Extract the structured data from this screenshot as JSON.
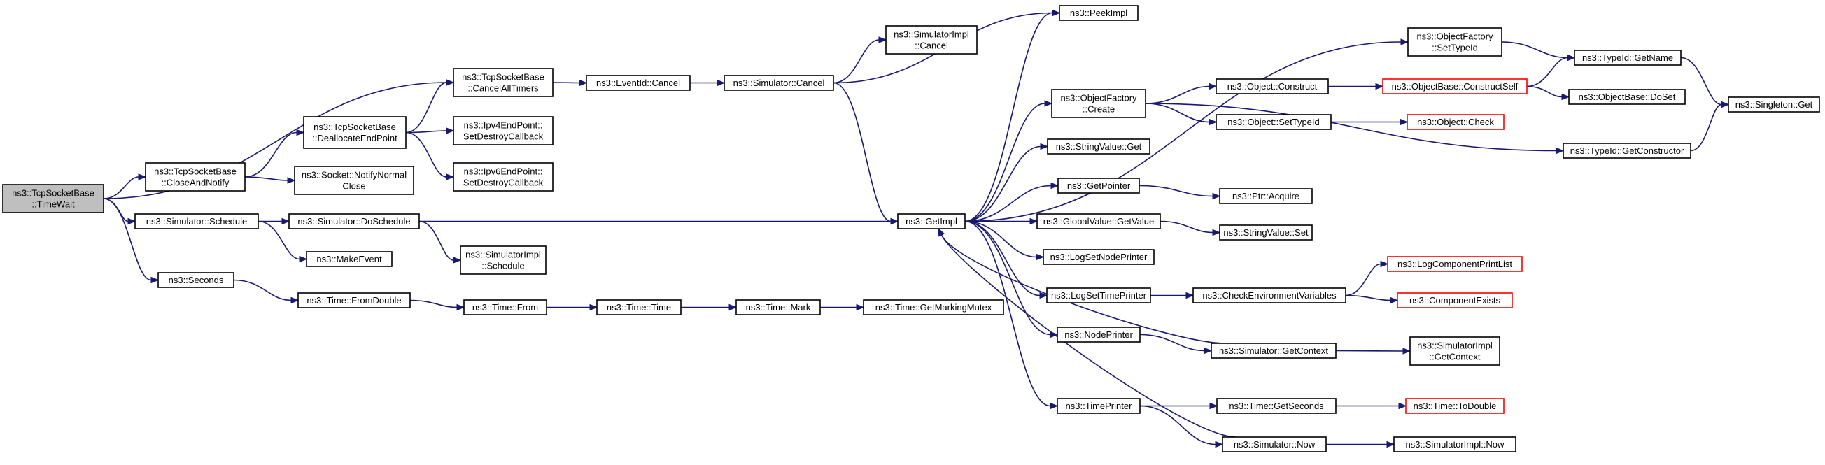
{
  "colors": {
    "edge": "#191970",
    "node_border": "#000000",
    "node_border_truncated": "#ff0000",
    "node_fill": "#ffffff",
    "root_fill": "#bfbfbf"
  },
  "nodes": [
    {
      "id": "timewait",
      "lines": [
        "ns3::TcpSocketBase",
        "::TimeWait"
      ],
      "root": true
    },
    {
      "id": "closeandnotify",
      "lines": [
        "ns3::TcpSocketBase",
        "::CloseAndNotify"
      ]
    },
    {
      "id": "schedule",
      "lines": [
        "ns3::Simulator::Schedule"
      ]
    },
    {
      "id": "seconds",
      "lines": [
        "ns3::Seconds"
      ]
    },
    {
      "id": "cancelalltimers",
      "lines": [
        "ns3::TcpSocketBase",
        "::CancelAllTimers"
      ]
    },
    {
      "id": "deallocateendpoint",
      "lines": [
        "ns3::TcpSocketBase",
        "::DeallocateEndPoint"
      ]
    },
    {
      "id": "notifynormalclose",
      "lines": [
        "ns3::Socket::NotifyNormal",
        "Close"
      ]
    },
    {
      "id": "doschedule",
      "lines": [
        "ns3::Simulator::DoSchedule"
      ]
    },
    {
      "id": "makeevent",
      "lines": [
        "ns3::MakeEvent"
      ]
    },
    {
      "id": "fromdouble",
      "lines": [
        "ns3::Time::FromDouble"
      ]
    },
    {
      "id": "eventidcancel",
      "lines": [
        "ns3::EventId::Cancel"
      ]
    },
    {
      "id": "ipv4endpoint",
      "lines": [
        "ns3::Ipv4EndPoint::",
        "SetDestroyCallback"
      ]
    },
    {
      "id": "ipv6endpoint",
      "lines": [
        "ns3::Ipv6EndPoint::",
        "SetDestroyCallback"
      ]
    },
    {
      "id": "simimplschedule",
      "lines": [
        "ns3::SimulatorImpl",
        "::Schedule"
      ]
    },
    {
      "id": "timefrom",
      "lines": [
        "ns3::Time::From"
      ]
    },
    {
      "id": "simcancel",
      "lines": [
        "ns3::Simulator::Cancel"
      ]
    },
    {
      "id": "timetime",
      "lines": [
        "ns3::Time::Time"
      ]
    },
    {
      "id": "simimplcancel",
      "lines": [
        "ns3::SimulatorImpl",
        "::Cancel"
      ]
    },
    {
      "id": "timemark",
      "lines": [
        "ns3::Time::Mark"
      ]
    },
    {
      "id": "getimpl",
      "lines": [
        "ns3::GetImpl"
      ]
    },
    {
      "id": "getmarkingmutex",
      "lines": [
        "ns3::Time::GetMarkingMutex"
      ]
    },
    {
      "id": "peekimpl",
      "lines": [
        "ns3::PeekImpl"
      ]
    },
    {
      "id": "objfactorycreate",
      "lines": [
        "ns3::ObjectFactory",
        "::Create"
      ]
    },
    {
      "id": "stringvalueget",
      "lines": [
        "ns3::StringValue::Get"
      ]
    },
    {
      "id": "getpointer",
      "lines": [
        "ns3::GetPointer"
      ]
    },
    {
      "id": "globalvaluegetvalue",
      "lines": [
        "ns3::GlobalValue::GetValue"
      ]
    },
    {
      "id": "logsetnodeprinter",
      "lines": [
        "ns3::LogSetNodePrinter"
      ]
    },
    {
      "id": "logsettimeprinter",
      "lines": [
        "ns3::LogSetTimePrinter"
      ]
    },
    {
      "id": "nodeprinter",
      "lines": [
        "ns3::NodePrinter"
      ]
    },
    {
      "id": "timeprinter",
      "lines": [
        "ns3::TimePrinter"
      ]
    },
    {
      "id": "objectconstruct",
      "lines": [
        "ns3::Object::Construct"
      ]
    },
    {
      "id": "objectsettypeid",
      "lines": [
        "ns3::Object::SetTypeId"
      ]
    },
    {
      "id": "ptracquire",
      "lines": [
        "ns3::Ptr::Acquire"
      ]
    },
    {
      "id": "stringvalueset",
      "lines": [
        "ns3::StringValue::Set"
      ]
    },
    {
      "id": "checkenvvars",
      "lines": [
        "ns3::CheckEnvironmentVariables"
      ]
    },
    {
      "id": "simgetcontext",
      "lines": [
        "ns3::Simulator::GetContext"
      ]
    },
    {
      "id": "timegetseconds",
      "lines": [
        "ns3::Time::GetSeconds"
      ]
    },
    {
      "id": "simnow",
      "lines": [
        "ns3::Simulator::Now"
      ]
    },
    {
      "id": "objfactorysettypeid",
      "lines": [
        "ns3::ObjectFactory",
        "::SetTypeId"
      ]
    },
    {
      "id": "objbaseconstructself",
      "lines": [
        "ns3::ObjectBase::ConstructSelf"
      ],
      "truncated": true
    },
    {
      "id": "objectcheck",
      "lines": [
        "ns3::Object::Check"
      ],
      "truncated": true
    },
    {
      "id": "logcompprintlist",
      "lines": [
        "ns3::LogComponentPrintList"
      ],
      "truncated": true
    },
    {
      "id": "componentexists",
      "lines": [
        "ns3::ComponentExists"
      ],
      "truncated": true
    },
    {
      "id": "simimplgetcontext",
      "lines": [
        "ns3::SimulatorImpl",
        "::GetContext"
      ]
    },
    {
      "id": "timetodouble",
      "lines": [
        "ns3::Time::ToDouble"
      ],
      "truncated": true
    },
    {
      "id": "simimplnow",
      "lines": [
        "ns3::SimulatorImpl::Now"
      ]
    },
    {
      "id": "typeidgetname",
      "lines": [
        "ns3::TypeId::GetName"
      ]
    },
    {
      "id": "objbasedoset",
      "lines": [
        "ns3::ObjectBase::DoSet"
      ]
    },
    {
      "id": "typeidgetconstructor",
      "lines": [
        "ns3::TypeId::GetConstructor"
      ]
    },
    {
      "id": "singletonget",
      "lines": [
        "ns3::Singleton::Get"
      ]
    }
  ],
  "edges": [
    [
      "timewait",
      "cancelalltimers"
    ],
    [
      "timewait",
      "closeandnotify"
    ],
    [
      "timewait",
      "schedule"
    ],
    [
      "timewait",
      "seconds"
    ],
    [
      "closeandnotify",
      "deallocateendpoint"
    ],
    [
      "closeandnotify",
      "notifynormalclose"
    ],
    [
      "deallocateendpoint",
      "cancelalltimers"
    ],
    [
      "deallocateendpoint",
      "ipv4endpoint"
    ],
    [
      "deallocateendpoint",
      "ipv6endpoint"
    ],
    [
      "cancelalltimers",
      "eventidcancel"
    ],
    [
      "eventidcancel",
      "simcancel"
    ],
    [
      "simcancel",
      "simimplcancel"
    ],
    [
      "simcancel",
      "peekimpl"
    ],
    [
      "simcancel",
      "getimpl"
    ],
    [
      "schedule",
      "doschedule"
    ],
    [
      "schedule",
      "makeevent"
    ],
    [
      "doschedule",
      "getimpl"
    ],
    [
      "doschedule",
      "simimplschedule"
    ],
    [
      "seconds",
      "fromdouble"
    ],
    [
      "fromdouble",
      "timefrom"
    ],
    [
      "timefrom",
      "timetime"
    ],
    [
      "timetime",
      "timemark"
    ],
    [
      "timemark",
      "getmarkingmutex"
    ],
    [
      "getimpl",
      "peekimpl"
    ],
    [
      "getimpl",
      "objfactorycreate"
    ],
    [
      "getimpl",
      "stringvalueget"
    ],
    [
      "getimpl",
      "getpointer"
    ],
    [
      "getimpl",
      "globalvaluegetvalue"
    ],
    [
      "getimpl",
      "logsetnodeprinter"
    ],
    [
      "getimpl",
      "logsettimeprinter"
    ],
    [
      "getimpl",
      "nodeprinter"
    ],
    [
      "getimpl",
      "timeprinter"
    ],
    [
      "getimpl",
      "objfactorysettypeid"
    ],
    [
      "objfactorycreate",
      "objectconstruct"
    ],
    [
      "objfactorycreate",
      "objectsettypeid"
    ],
    [
      "objfactorycreate",
      "typeidgetconstructor"
    ],
    [
      "objectconstruct",
      "objbaseconstructself"
    ],
    [
      "objectsettypeid",
      "objectcheck"
    ],
    [
      "objbaseconstructself",
      "typeidgetname"
    ],
    [
      "objbaseconstructself",
      "objbasedoset"
    ],
    [
      "objfactorysettypeid",
      "typeidgetname"
    ],
    [
      "typeidgetname",
      "singletonget"
    ],
    [
      "typeidgetconstructor",
      "singletonget"
    ],
    [
      "getpointer",
      "ptracquire"
    ],
    [
      "globalvaluegetvalue",
      "stringvalueset"
    ],
    [
      "logsettimeprinter",
      "checkenvvars"
    ],
    [
      "checkenvvars",
      "logcompprintlist"
    ],
    [
      "checkenvvars",
      "componentexists"
    ],
    [
      "nodeprinter",
      "simgetcontext"
    ],
    [
      "simgetcontext",
      "simimplgetcontext"
    ],
    [
      "simgetcontext",
      "getimpl"
    ],
    [
      "timeprinter",
      "timegetseconds"
    ],
    [
      "timeprinter",
      "simnow"
    ],
    [
      "timegetseconds",
      "timetodouble"
    ],
    [
      "simnow",
      "simimplnow"
    ],
    [
      "simnow",
      "getimpl"
    ]
  ]
}
